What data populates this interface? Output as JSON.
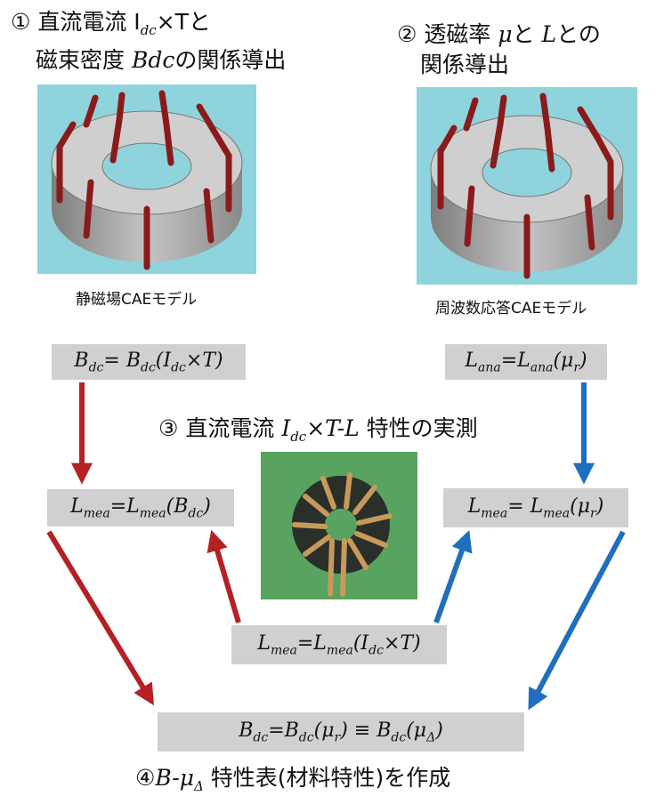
{
  "step1": {
    "line1": "① 直流電流 I",
    "sub_dc": "dc",
    "line1_tail": "×Tと",
    "line2a": "磁束密度 ",
    "line2_math": "Bdc",
    "line2b": "の関係導出"
  },
  "step2": {
    "line1a": "② 透磁率 ",
    "mu": "μ",
    "line1b": "と ",
    "L": "L",
    "line1c": "との",
    "line2": "関係導出"
  },
  "step3": {
    "prefix": "③ 直流電流 ",
    "expr_I": "I",
    "sub_dc": "dc",
    "expr_rest": "×T-L",
    "suffix": "特性の実測"
  },
  "step4": {
    "prefix": "④",
    "expr": "B-μ",
    "sub": "Δ",
    "suffix": "特性表(材料特性)を作成"
  },
  "captions": {
    "static": "静磁場CAEモデル",
    "frequency": "周波数応答CAEモデル"
  },
  "formulas": {
    "bdc": "B_dc = B_dc(I_dc×T)",
    "lana": "L_ana = L_ana(μ_r)",
    "lmea_left": "L_mea = L_mea(B_dc)",
    "lmea_right": "L_mea = L_mea(μ_r)",
    "lmea_center": "L_mea = L_mea(I_dc×T)",
    "bottom": "B_dc = B_dc(μ_r) ≡ B_dc(μ_Δ)"
  },
  "colors": {
    "red": "#b52025",
    "blue": "#1f6fbe",
    "box": "#d0d0d0",
    "toroid_bg": "#8fd3dd",
    "photo_bg": "#57a35f"
  }
}
